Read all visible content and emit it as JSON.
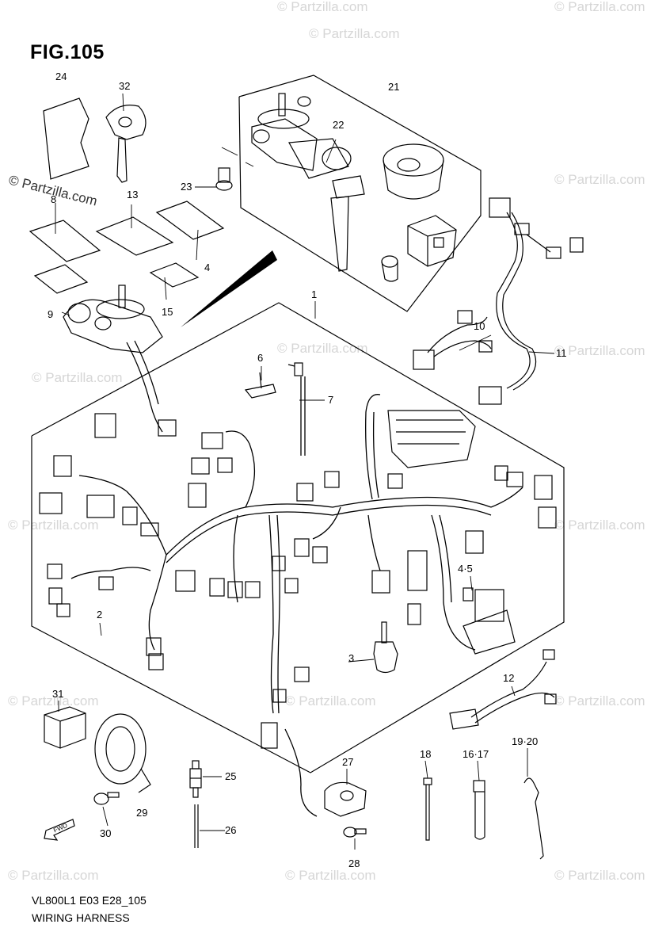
{
  "figure": {
    "title": "FIG.105",
    "code": "VL800L1 E03 E28_105",
    "name": "WIRING HARNESS"
  },
  "watermark": {
    "text": "© Partzilla.com",
    "color": "#d6d6d6"
  },
  "callouts": [
    {
      "id": "p1",
      "text": "1"
    },
    {
      "id": "p2",
      "text": "2"
    },
    {
      "id": "p3",
      "text": "3"
    },
    {
      "id": "p4",
      "text": "4"
    },
    {
      "id": "p45",
      "text": "4·5"
    },
    {
      "id": "p6",
      "text": "6"
    },
    {
      "id": "p7",
      "text": "7"
    },
    {
      "id": "p8",
      "text": "8"
    },
    {
      "id": "p9",
      "text": "9"
    },
    {
      "id": "p10",
      "text": "10"
    },
    {
      "id": "p11",
      "text": "11"
    },
    {
      "id": "p12",
      "text": "12"
    },
    {
      "id": "p13",
      "text": "13"
    },
    {
      "id": "p15",
      "text": "15"
    },
    {
      "id": "p1617",
      "text": "16·17"
    },
    {
      "id": "p18",
      "text": "18"
    },
    {
      "id": "p1920",
      "text": "19·20"
    },
    {
      "id": "p21",
      "text": "21"
    },
    {
      "id": "p22",
      "text": "22"
    },
    {
      "id": "p23",
      "text": "23"
    },
    {
      "id": "p24",
      "text": "24"
    },
    {
      "id": "p25",
      "text": "25"
    },
    {
      "id": "p26",
      "text": "26"
    },
    {
      "id": "p27",
      "text": "27"
    },
    {
      "id": "p28",
      "text": "28"
    },
    {
      "id": "p29",
      "text": "29"
    },
    {
      "id": "p30",
      "text": "30"
    },
    {
      "id": "p31",
      "text": "31"
    },
    {
      "id": "p32",
      "text": "32"
    }
  ],
  "direction_arrow": {
    "text": "FWD"
  }
}
